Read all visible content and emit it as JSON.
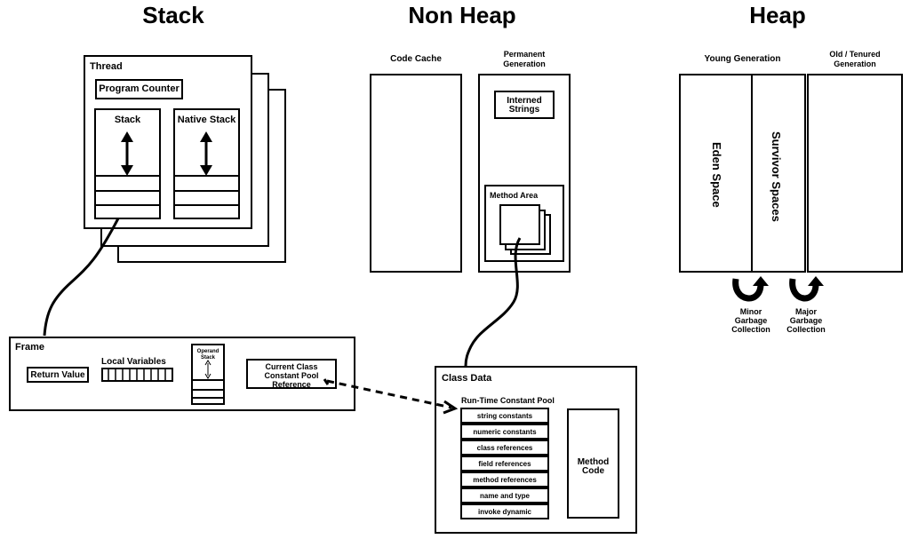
{
  "sections": {
    "stack": "Stack",
    "non_heap": "Non Heap",
    "heap": "Heap"
  },
  "thread": {
    "title": "Thread",
    "program_counter": "Program Counter",
    "stack": "Stack",
    "native_stack": "Native Stack"
  },
  "frame": {
    "title": "Frame",
    "return_value": "Return Value",
    "local_variables": "Local Variables",
    "operand_stack_line1": "Operand",
    "operand_stack_line2": "Stack",
    "ccp_line1": "Current Class",
    "ccp_line2": "Constant Pool",
    "ccp_line3": "Reference"
  },
  "non_heap": {
    "code_cache": "Code Cache",
    "perm_line1": "Permanent",
    "perm_line2": "Generation",
    "interned_line1": "Interned",
    "interned_line2": "Strings",
    "method_area": "Method Area"
  },
  "heap": {
    "young_generation": "Young Generation",
    "old_line1": "Old / Tenured",
    "old_line2": "Generation",
    "eden_space": "Eden Space",
    "survivor_spaces": "Survivor Spaces",
    "minor_gc": [
      "Minor",
      "Garbage",
      "Collection"
    ],
    "major_gc": [
      "Major",
      "Garbage",
      "Collection"
    ]
  },
  "class_data": {
    "title": "Class Data",
    "runtime_constant_pool": "Run-Time Constant Pool",
    "pool_items": [
      "string constants",
      "numeric constants",
      "class references",
      "field references",
      "method references",
      "name and type",
      "invoke dynamic"
    ],
    "method_code_line1": "Method",
    "method_code_line2": "Code"
  }
}
